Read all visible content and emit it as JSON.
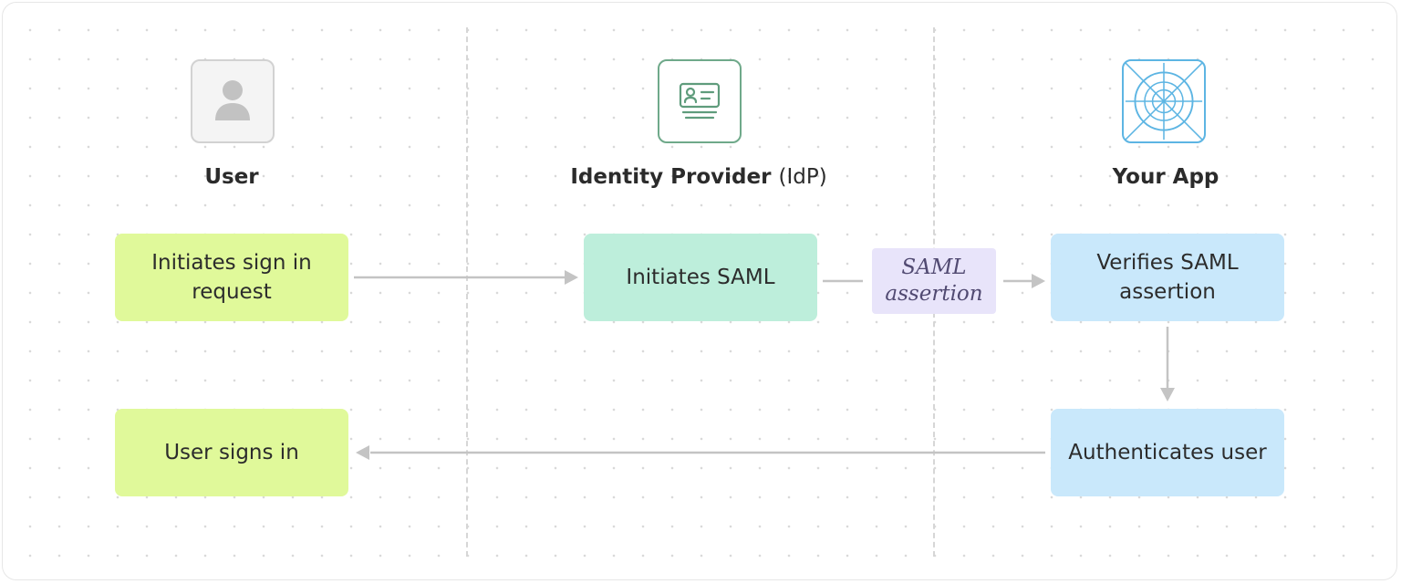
{
  "columns": {
    "user": {
      "title": "User"
    },
    "idp": {
      "title": "Identity Provider",
      "title_suffix": "(IdP)"
    },
    "app": {
      "title": "Your App"
    }
  },
  "steps": {
    "initiates_sign_in": "Initiates sign in request",
    "initiates_saml": "Initiates SAML",
    "verifies_saml": "Verifies SAML assertion",
    "authenticates_user": "Authenticates user",
    "user_signs_in": "User signs in"
  },
  "saml_label": "SAML assertion",
  "icons": {
    "user": "user-avatar-icon",
    "idp": "id-card-icon",
    "app": "app-grid-logo-icon"
  },
  "colors": {
    "user_step": "#e0f99a",
    "idp_step": "#bdeedb",
    "app_step": "#c9e8fb",
    "saml_tag": "#e8e4fa",
    "arrow": "#c4c4c4"
  }
}
